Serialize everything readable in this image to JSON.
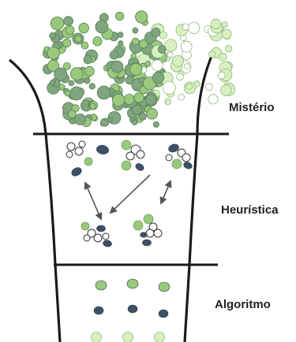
{
  "stages": [
    {
      "label": "Mistério"
    },
    {
      "label": "Heurística"
    },
    {
      "label": "Algoritmo"
    }
  ],
  "colors": {
    "outline": "#1a1a1a",
    "green_dark": "#7fa67f",
    "green_mid": "#99c97a",
    "green_light": "#d8f0c0",
    "navy": "#3d5166",
    "white": "#ffffff",
    "arrow": "#555555"
  }
}
